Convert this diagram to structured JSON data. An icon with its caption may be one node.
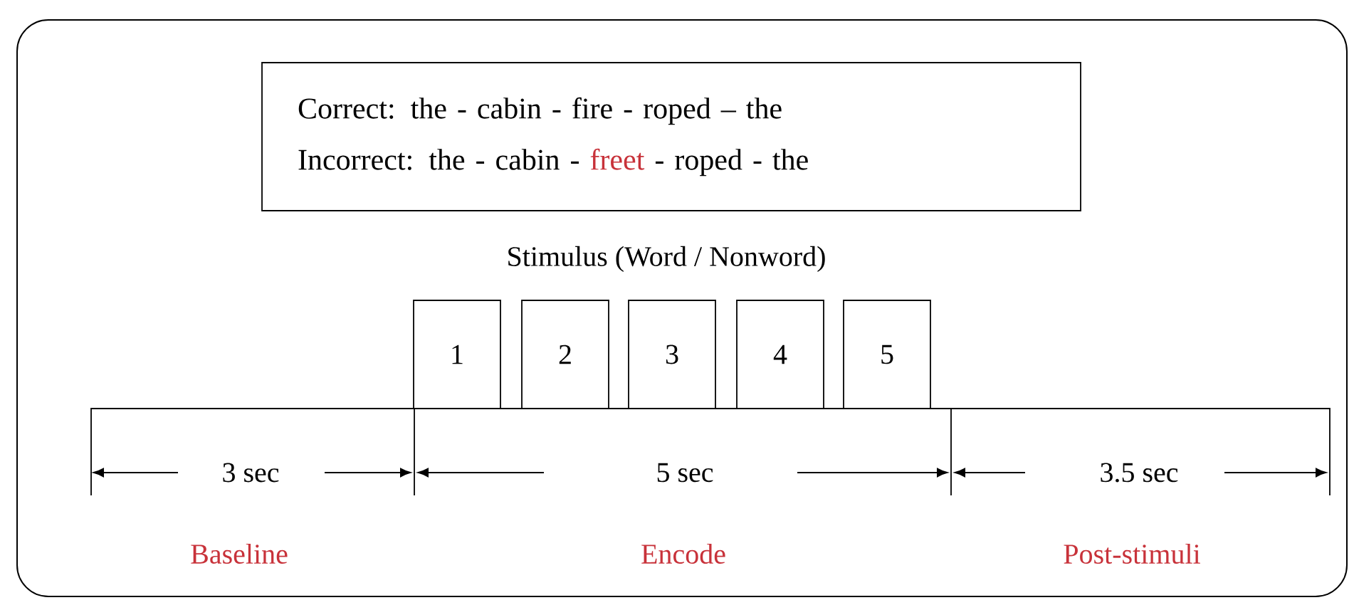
{
  "diagram": {
    "nodes": [
      {
        "text": [
          "Correct: the - cabin - fire - roped – the",
          "Incorrect: the - cabin -",
          "freet",
          "- roped - the"
        ]
      },
      {
        "text": [
          "1"
        ]
      },
      {
        "text": [
          "2"
        ]
      },
      {
        "text": [
          "3"
        ]
      },
      {
        "text": [
          "4"
        ]
      },
      {
        "text": [
          "5"
        ]
      }
    ],
    "labels": [
      "Stimulus (Word / Nonword)",
      "3 sec",
      "5 sec",
      "3.5 sec",
      "Baseline",
      "Encode",
      "Post-stimuli"
    ]
  }
}
